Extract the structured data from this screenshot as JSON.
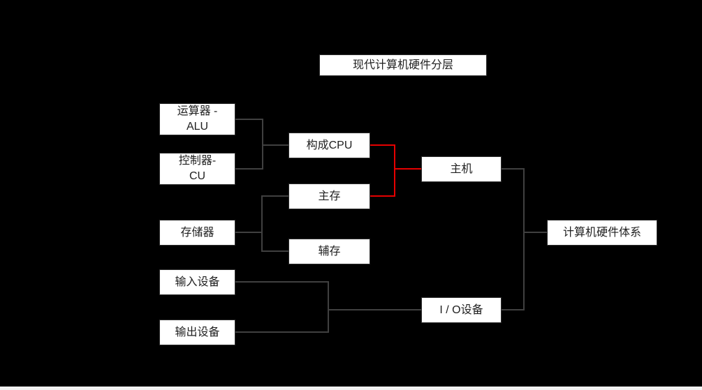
{
  "diagram": {
    "title": "现代计算机硬件分层",
    "nodes": {
      "alu": {
        "label": "运算器 -\nALU"
      },
      "cu": {
        "label": "控制器-\nCU"
      },
      "cpu": {
        "label": "构成CPU"
      },
      "main_memory": {
        "label": "主存"
      },
      "host": {
        "label": "主机"
      },
      "storage": {
        "label": "存储器"
      },
      "aux_memory": {
        "label": "辅存"
      },
      "hardware_system": {
        "label": "计算机硬件体系"
      },
      "input_device": {
        "label": "输入设备"
      },
      "output_device": {
        "label": "输出设备"
      },
      "io_device": {
        "label": "I / O设备"
      }
    },
    "colors": {
      "background": "#000000",
      "box_fill": "#ffffff",
      "box_border": "#2e2e2e",
      "box_text": "#1f1f1f",
      "connector": "#404040",
      "highlight_connector": "#e60000",
      "bottom_bar": "#f2f2f2"
    }
  }
}
